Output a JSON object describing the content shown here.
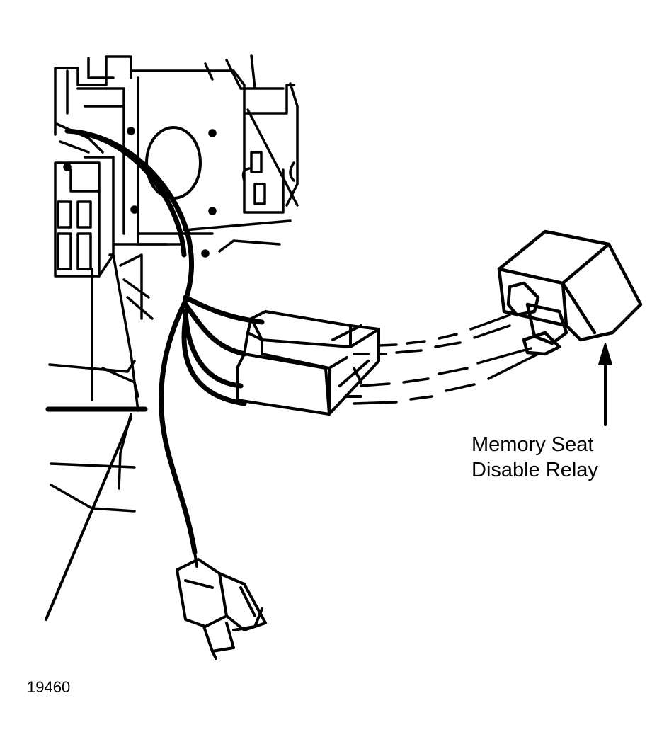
{
  "callout": {
    "line1": "Memory Seat",
    "line2": "Disable Relay"
  },
  "figure_number": "19460"
}
